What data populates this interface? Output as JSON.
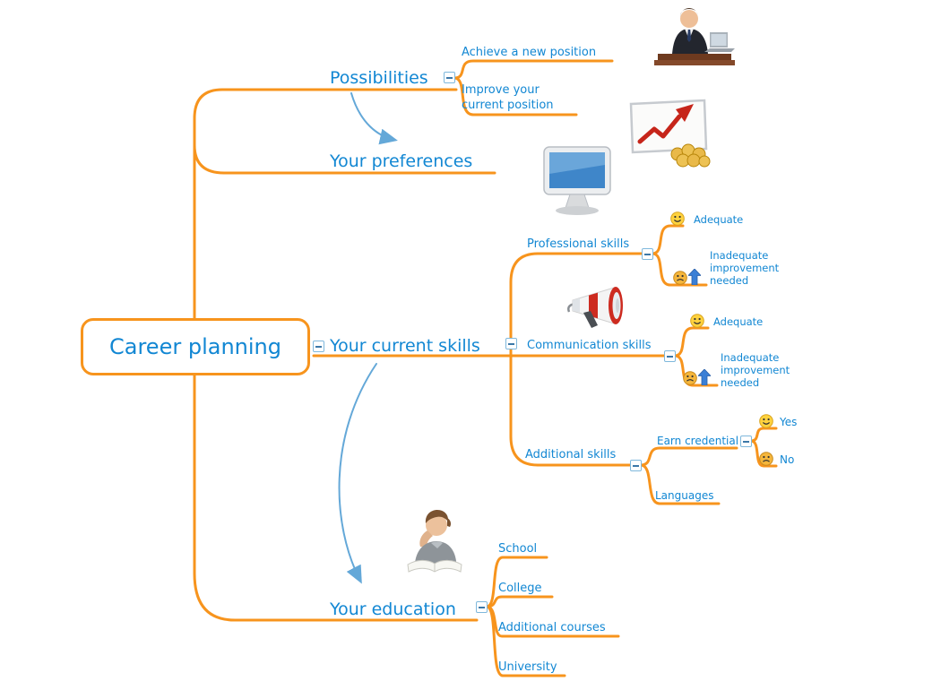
{
  "title": "Career planning mind map",
  "map": {
    "root": "Career planning",
    "possibilities": {
      "label": "Possibilities",
      "achieve": "Achieve a new position",
      "improve": "Improve your current position"
    },
    "preferences": {
      "label": "Your preferences"
    },
    "skills": {
      "label": "Your current skills",
      "professional": {
        "label": "Professional skills",
        "adequate": "Adequate",
        "inadequate": "Inadequate improvement needed"
      },
      "communication": {
        "label": "Communication skills",
        "adequate": "Adequate",
        "inadequate": "Inadequate improvement needed"
      },
      "additional": {
        "label": "Additional skills",
        "earn": {
          "label": "Earn credential",
          "yes": "Yes",
          "no": "No"
        },
        "languages": "Languages"
      }
    },
    "education": {
      "label": "Your education",
      "school": "School",
      "college": "College",
      "courses": "Additional courses",
      "university": "University"
    }
  },
  "icons": {
    "collapse": "collapse-minus-icon",
    "happy": "happy-face-icon",
    "sad": "sad-face-icon",
    "up": "up-arrow-icon",
    "pictures": [
      "businessman-photo",
      "growth-chart-image",
      "computer-monitor-image",
      "megaphone-image",
      "student-studying-image"
    ]
  },
  "colors": {
    "branch": "#f7941d",
    "topic_text": "#1287d3",
    "relation_arrow": "#64a8d8",
    "background": "#ffffff"
  }
}
